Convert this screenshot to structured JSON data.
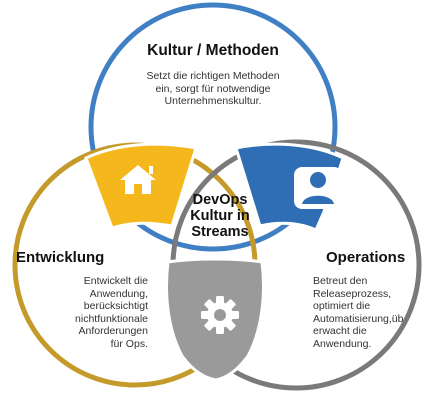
{
  "center": {
    "line1": "DevOps",
    "line2": "Kultur in",
    "line3": "Streams"
  },
  "kultur": {
    "title": "Kultur / Methoden",
    "desc_lines": [
      "Setzt die richtigen Methoden",
      "ein, sorgt für notwendige",
      "Unternehmenskultur."
    ],
    "color": "#3f7fc3"
  },
  "entwicklung": {
    "title": "Entwicklung",
    "desc_lines": [
      "Entwickelt die",
      "Anwendung,",
      "berücksichtigt",
      "nichtfunktionale",
      "Anforderungen",
      "für Ops."
    ],
    "color": "#c49a2a"
  },
  "operations": {
    "title": "Operations",
    "desc_lines": [
      "Betreut den",
      "Releaseprozess,",
      "optimiert die",
      "Automatisierung,üb",
      "erwacht die",
      "Anwendung."
    ],
    "color": "#7a7a7a"
  },
  "segments": {
    "yellow": "#f5b81c",
    "blue": "#2f6db5",
    "gray": "#9a9a9a"
  },
  "icons": [
    "home-icon",
    "user-icon",
    "gear-icon"
  ]
}
